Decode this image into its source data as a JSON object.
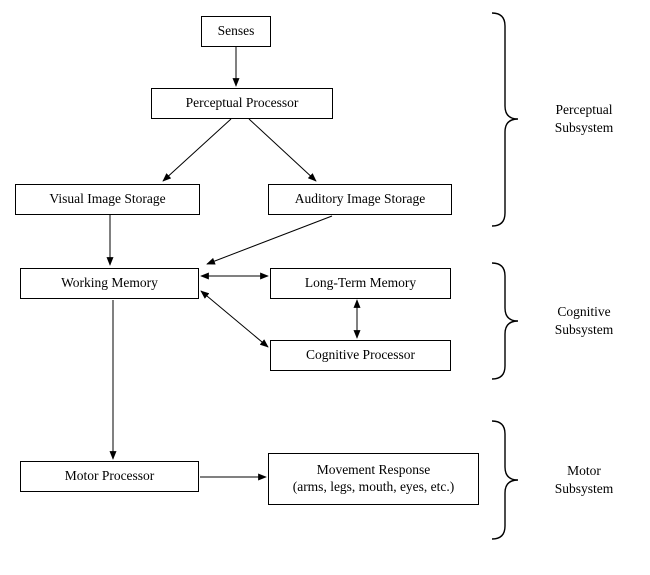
{
  "diagram": {
    "boxes": {
      "senses": {
        "label": "Senses"
      },
      "perceptual_processor": {
        "label": "Perceptual Processor"
      },
      "visual_image_storage": {
        "label": "Visual Image Storage"
      },
      "auditory_image_storage": {
        "label": "Auditory Image Storage"
      },
      "working_memory": {
        "label": "Working Memory"
      },
      "long_term_memory": {
        "label": "Long-Term Memory"
      },
      "cognitive_processor": {
        "label": "Cognitive Processor"
      },
      "motor_processor": {
        "label": "Motor Processor"
      },
      "movement_response": {
        "label": "Movement Response",
        "sublabel": "(arms, legs, mouth, eyes, etc.)"
      }
    },
    "groups": {
      "perceptual": {
        "label": "Perceptual Subsystem"
      },
      "cognitive": {
        "label": "Cognitive Subsystem"
      },
      "motor": {
        "label": "Motor Subsystem"
      }
    },
    "colors": {
      "line": "#000000",
      "background": "#ffffff"
    }
  }
}
